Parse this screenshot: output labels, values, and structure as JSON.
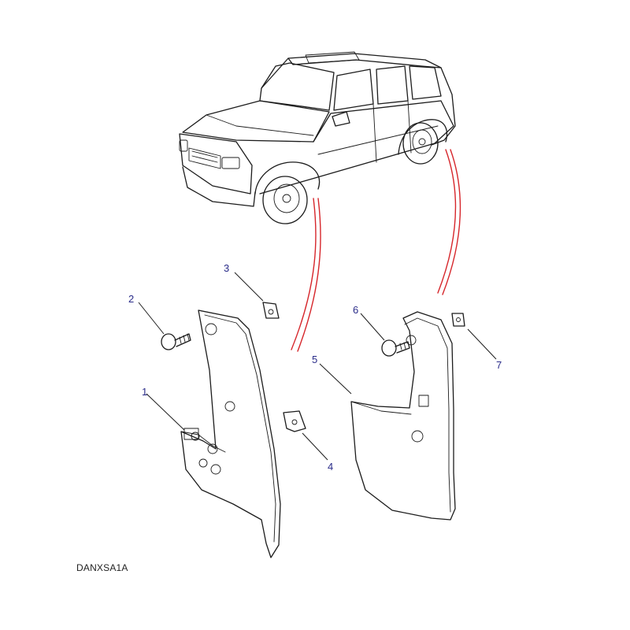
{
  "diagram_code": "DANXSA1A",
  "callouts": [
    {
      "id": "1",
      "label": "1"
    },
    {
      "id": "2",
      "label": "2"
    },
    {
      "id": "3",
      "label": "3"
    },
    {
      "id": "4",
      "label": "4"
    },
    {
      "id": "5",
      "label": "5"
    },
    {
      "id": "6",
      "label": "6"
    },
    {
      "id": "7",
      "label": "7"
    }
  ],
  "colors": {
    "callout_text": "#2b2d8a",
    "guide_lines": "#d6262b",
    "line_art": "#1c1c1c",
    "background": "#ffffff"
  }
}
